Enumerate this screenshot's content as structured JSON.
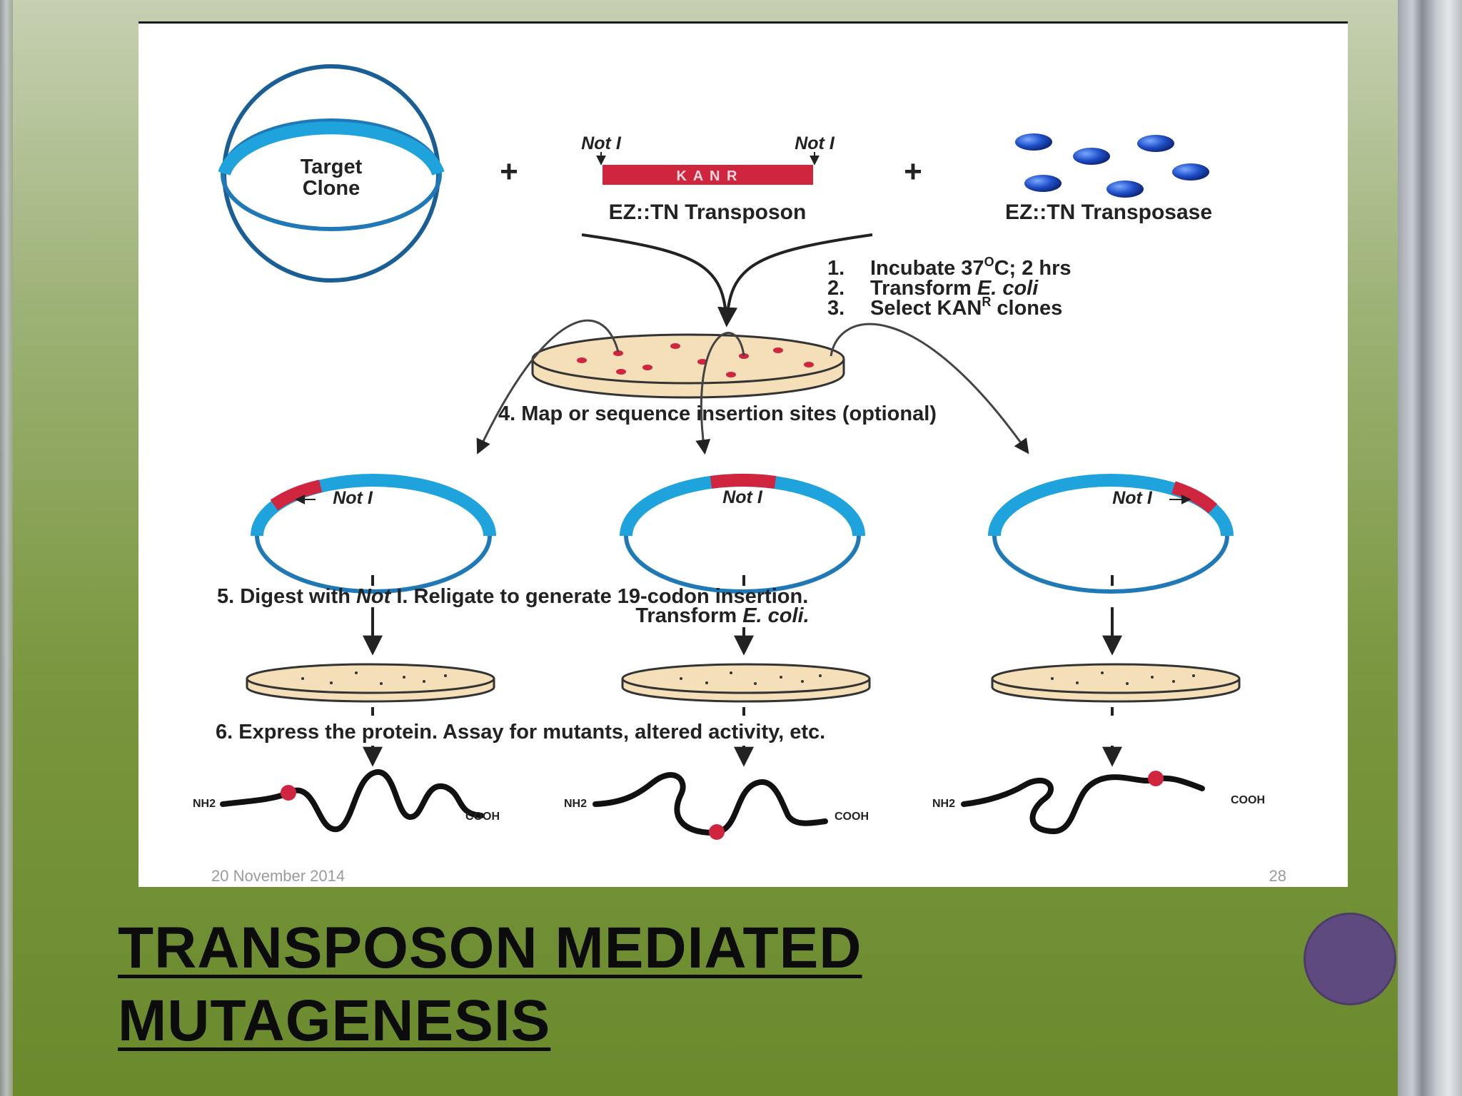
{
  "diagram": {
    "target_clone": [
      "Target",
      "Clone"
    ],
    "plus": "+",
    "noti_label": "Not I",
    "kanr": "K A N R",
    "transposon": "EZ::TN Transposon",
    "transposase": "EZ::TN Transposase",
    "step1_num": "1.",
    "step1": "Incubate 37",
    "step1_sup": "O",
    "step1_end": "C; 2 hrs",
    "step2_num": "2.",
    "step2": "Transform ",
    "step2_em": "E. coli",
    "step3_num": "3.",
    "step3": "Select KAN",
    "step3_sup": "R",
    "step3_end": " clones",
    "step4": "4.  Map or sequence insertion sites (optional)",
    "step5_a": "5.  Digest with ",
    "step5_em": "Not",
    "step5_b": " I.  Religate to generate 19-codon insertion.",
    "step5_line2": "Transform ",
    "step5_line2_em": "E. coli.",
    "step6": "6.  Express the protein.  Assay for mutants, altered activity, etc.",
    "nh2": "NH2",
    "cooh": "COOH"
  },
  "footer": {
    "date": "20 November 2014",
    "page": "28"
  },
  "title": [
    "TRANSPOSON  MEDIATED",
    "MUTAGENESIS"
  ],
  "colors": {
    "plasmid_blue": "#1fa3dc",
    "insert_red": "#d0253e",
    "dish_fill": "#f4dfb9",
    "bullet": "#5e4a7e"
  }
}
